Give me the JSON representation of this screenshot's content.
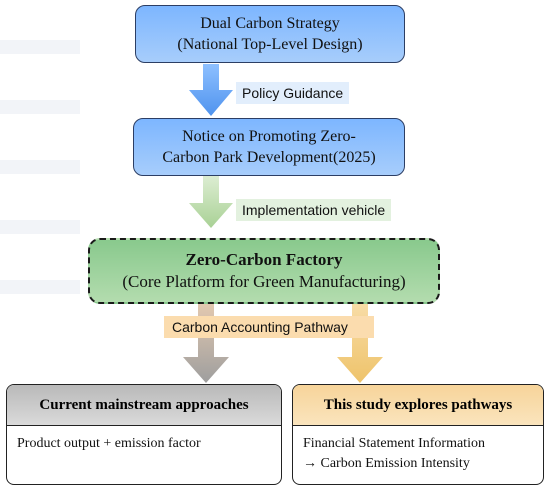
{
  "top_box": {
    "line1": "Dual Carbon Strategy",
    "line2": "(National Top-Level Design)"
  },
  "label_policy": "Policy Guidance",
  "notice_box": {
    "line1": "Notice on Promoting Zero-",
    "line2": "Carbon Park Development(2025)"
  },
  "label_implementation": "Implementation vehicle",
  "factory_box": {
    "line1": "Zero-Carbon Factory",
    "line2": "(Core Platform for Green Manufacturing)"
  },
  "label_accounting": "Carbon Accounting Pathway",
  "left_panel": {
    "title": "Current mainstream approaches",
    "body": "Product output + emission factor"
  },
  "right_panel": {
    "title": "This study explores pathways",
    "body_line1": "Financial Statement Information",
    "body_line2": "→ Carbon Emission Intensity"
  },
  "colors": {
    "blue_arrow": "#5f9ff0",
    "green_arrow": "#b7d9a4",
    "gray_arrow": "#a9a9a9",
    "orange_arrow": "#f2cc7a"
  }
}
